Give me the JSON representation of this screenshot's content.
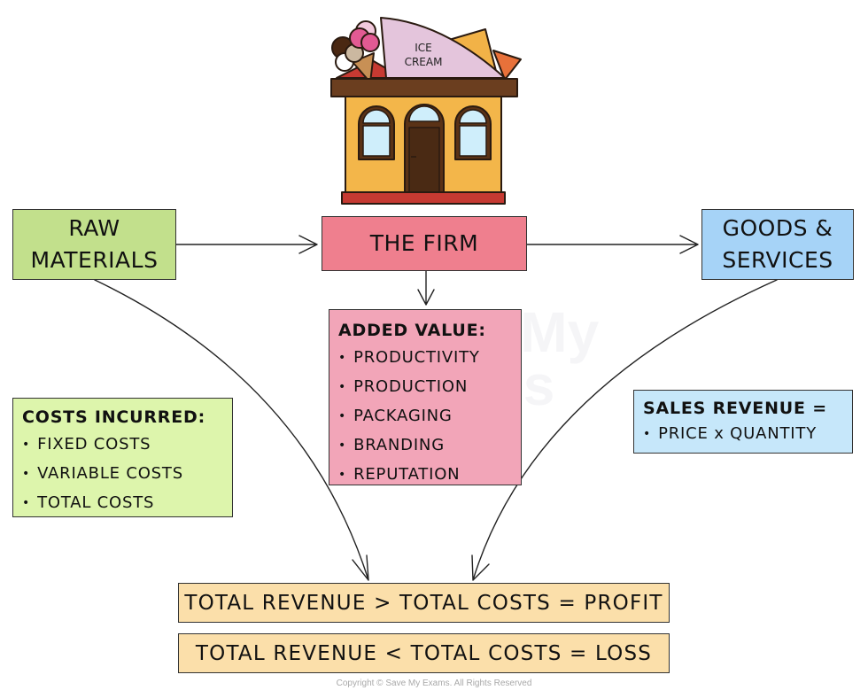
{
  "illustration": {
    "name": "ice-cream-shop",
    "sign_text_line1": "ICE",
    "sign_text_line2": "CREAM"
  },
  "nodes": {
    "raw_materials": {
      "line1": "RAW",
      "line2": "MATERIALS",
      "color": "#c2e08c"
    },
    "the_firm": {
      "label": "THE FIRM",
      "color": "#ef7f8e"
    },
    "goods_services": {
      "line1": "GOODS &",
      "line2": "SERVICES",
      "color": "#a6d3f7"
    },
    "added_value": {
      "title": "ADDED VALUE:",
      "items": [
        "PRODUCTIVITY",
        "PRODUCTION",
        "PACKAGING",
        "BRANDING",
        "REPUTATION"
      ],
      "color": "#f2a5b8"
    },
    "costs_incurred": {
      "title": "COSTS INCURRED:",
      "items": [
        "FIXED COSTS",
        "VARIABLE COSTS",
        "TOTAL COSTS"
      ],
      "color": "#ddf5ac"
    },
    "sales_revenue": {
      "line1": "SALES REVENUE =",
      "line2": "PRICE x QUANTITY",
      "color": "#c6e7fa"
    },
    "profit_formula": {
      "label": "TOTAL REVENUE > TOTAL COSTS = PROFIT",
      "color": "#fbdfaa"
    },
    "loss_formula": {
      "label": "TOTAL REVENUE < TOTAL COSTS = LOSS",
      "color": "#fbdfaa"
    }
  },
  "edges": [
    {
      "from": "raw_materials",
      "to": "the_firm"
    },
    {
      "from": "the_firm",
      "to": "goods_services"
    },
    {
      "from": "the_firm",
      "to": "added_value"
    },
    {
      "from": "raw_materials",
      "to": "profit_formula"
    },
    {
      "from": "goods_services",
      "to": "profit_formula"
    }
  ],
  "watermark": {
    "line1": "Save My",
    "line2": "Exams"
  },
  "copyright": "Copyright © Save My Exams. All Rights Reserved"
}
